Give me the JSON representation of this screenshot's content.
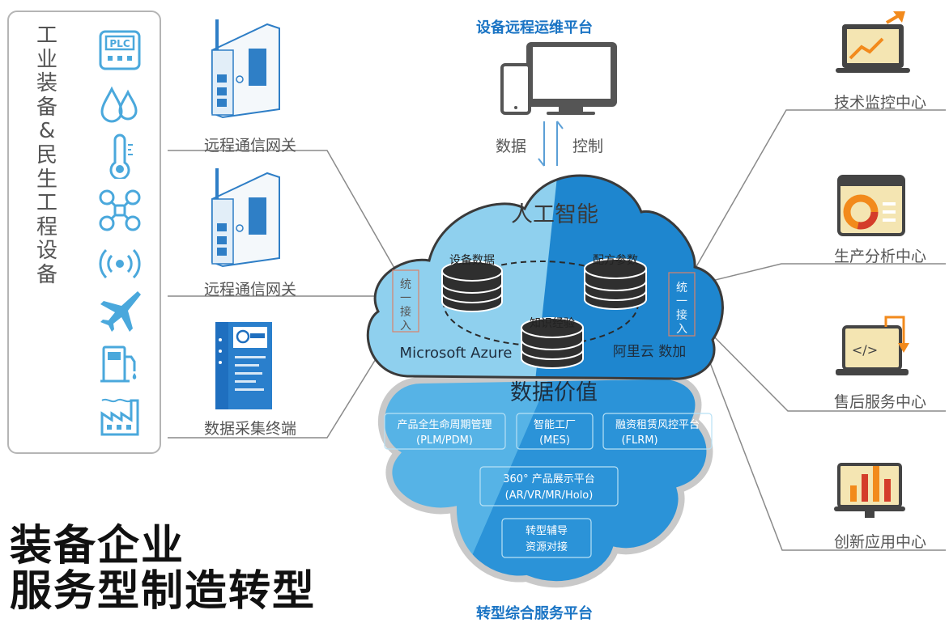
{
  "left_panel": {
    "title_chars": [
      "工",
      "业",
      "装",
      "备",
      "&",
      "民",
      "生",
      "工",
      "程",
      "设",
      "备"
    ],
    "icons": [
      "plc-icon",
      "water-drop-icon",
      "thermometer-icon",
      "drone-icon",
      "wireless-signal-icon",
      "airplane-icon",
      "fuel-pump-icon",
      "factory-icon"
    ]
  },
  "devices": [
    {
      "label": "远程通信网关"
    },
    {
      "label": "远程通信网关"
    },
    {
      "label": "数据采集终端"
    }
  ],
  "top_platform": {
    "title": "设备远程运维平台",
    "data_label": "数据",
    "control_label": "控制"
  },
  "cloud": {
    "ai_label": "人工智能",
    "left_access": [
      "统",
      "一",
      "接",
      "入"
    ],
    "right_access": [
      "统",
      "一",
      "接",
      "入"
    ],
    "db_device_data": "设备数据",
    "db_recipe": "配方参数",
    "db_knowledge": "知识经验",
    "azure": "Microsoft Azure",
    "aliyun": "阿里云  数加"
  },
  "lower_cloud": {
    "title": "数据价值",
    "boxes": [
      {
        "line1": "产品全生命周期管理",
        "line2": "(PLM/PDM)"
      },
      {
        "line1": "智能工厂",
        "line2": "(MES)"
      },
      {
        "line1": "融资租赁风控平台",
        "line2": "(FLRM)"
      },
      {
        "line1": "360°  产品展示平台",
        "line2": "(AR/VR/MR/Holo)"
      },
      {
        "line1": "转型辅导",
        "line2": "资源对接"
      }
    ]
  },
  "bottom_platform": {
    "title": "转型综合服务平台"
  },
  "right_centers": [
    {
      "label": "技术监控中心",
      "icon": "monitor-chart-icon"
    },
    {
      "label": "生产分析中心",
      "icon": "donut-chart-icon"
    },
    {
      "label": "售后服务中心",
      "icon": "code-laptop-icon"
    },
    {
      "label": "创新应用中心",
      "icon": "bar-chart-icon"
    }
  ],
  "headline": {
    "line1": "装备企业",
    "line2": "服务型制造转型"
  },
  "colors": {
    "icon_blue": "#4aa8dc",
    "title_blue": "#1a74c4",
    "cloud_light": "#8fd0ee",
    "cloud_dark": "#1e86cf",
    "orange": "#f28a1c"
  }
}
